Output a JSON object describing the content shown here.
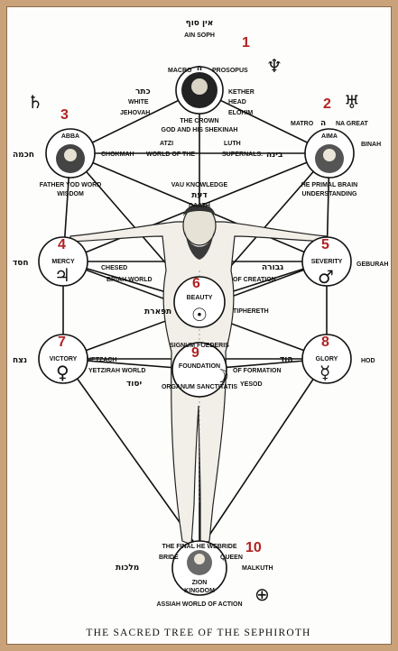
{
  "title": "THE SACRED TREE OF THE SEPHIROTH",
  "top": {
    "hebrew": "אין סוף",
    "label": "AIN SOPH"
  },
  "sephiroth": [
    {
      "number": "1",
      "name": "THE CROWN",
      "arc_top": "MACRO",
      "arc_top2": "PROSOPUS",
      "letter": "ה",
      "sub": "GOD AND HIS SHEKINAH",
      "left_heb": "כתר",
      "left1": "WHITE",
      "left2": "JEHOVAH",
      "right1": "KETHER",
      "right2": "HEAD",
      "right3": "ELOHIM",
      "planet": "♆",
      "planet_name": "neptune-icon"
    },
    {
      "number": "2",
      "name": "AIMA",
      "arc": "MATRO",
      "arc2": "NA GREAT",
      "letter": "ה",
      "sub": "HE PRIMAL BRAIN",
      "sub2": "UNDERSTANDING",
      "side": "BINAH",
      "side_heb": "בינה",
      "planet": "♅",
      "planet_name": "uranus-icon"
    },
    {
      "number": "3",
      "name": "ABBA",
      "side_heb": "חכמה",
      "sub": "FATHER YOD WORD",
      "sub2": "WISDOM",
      "planet": "♄",
      "planet_name": "saturn-icon"
    },
    {
      "number": "4",
      "name": "MERCY",
      "side_heb": "חסד",
      "planet": "♃",
      "planet_name": "jupiter-icon"
    },
    {
      "number": "5",
      "name": "SEVERITY",
      "side": "GEBURAH",
      "planet": "♂",
      "planet_name": "mars-icon"
    },
    {
      "number": "6",
      "name": "BEAUTY",
      "planet": "☉",
      "planet_name": "sun-icon"
    },
    {
      "number": "7",
      "name": "VICTORY",
      "side_heb": "נצח",
      "planet": "♀",
      "planet_name": "venus-icon"
    },
    {
      "number": "8",
      "name": "GLORY",
      "side": "HOD",
      "planet": "☿",
      "planet_name": "mercury-icon"
    },
    {
      "number": "9",
      "name": "FOUNDATION",
      "arc": "SIGNUM FOEDERIS",
      "arc2": "ORGANUM SANCTITATIS",
      "planet": "☽",
      "planet_name": "moon-icon"
    },
    {
      "number": "10",
      "name": "KINGDOM",
      "name2": "ZION",
      "arc": "THE FINAL HE WEBRIDE",
      "left": "BRIDE",
      "right": "QUEEN",
      "side": "MALKUTH",
      "side_heb": "מלכות",
      "sub": "ASSIAH WORLD OF ACTION",
      "planet": "⊕",
      "planet_name": "earth-icon"
    }
  ],
  "bands": {
    "atzi": "ATZI",
    "luth": "LUTH",
    "chokmah": "CHOKMAH",
    "world_of_the": "WORLD OF THE",
    "supernals": "SUPERNALS.",
    "vau": "VAU KNOWLEDGE",
    "vau_heb": "דעת",
    "daath": "DAATH",
    "chesed": "CHESED",
    "chesed_heb": "גבורה",
    "briah": "BRIAH WORLD",
    "of_creation": "OF CREATION",
    "tiphereth_heb": "תפארת",
    "tiphereth": "TIPHERETH",
    "netzach": "NETZACH",
    "hod_heb": "הוד",
    "yetzirah": "YETZIRAH WORLD",
    "of_formation": "OF FORMATION",
    "yesod_heb": "יסוד",
    "yesod": "YESOD"
  }
}
